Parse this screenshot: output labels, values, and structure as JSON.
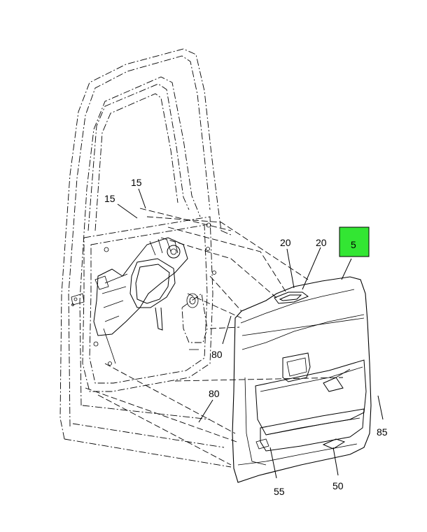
{
  "callouts": [
    {
      "id": "c15a",
      "text": "15"
    },
    {
      "id": "c15b",
      "text": "15"
    },
    {
      "id": "c20a",
      "text": "20"
    },
    {
      "id": "c20b",
      "text": "20"
    },
    {
      "id": "c5",
      "text": "5"
    },
    {
      "id": "c80a",
      "text": "80"
    },
    {
      "id": "c80b",
      "text": "80"
    },
    {
      "id": "c85",
      "text": "85"
    },
    {
      "id": "c55",
      "text": "55"
    },
    {
      "id": "c50",
      "text": "50"
    }
  ],
  "colors": {
    "highlight_box": "#33e633",
    "line": "#000000",
    "background": "#ffffff"
  }
}
